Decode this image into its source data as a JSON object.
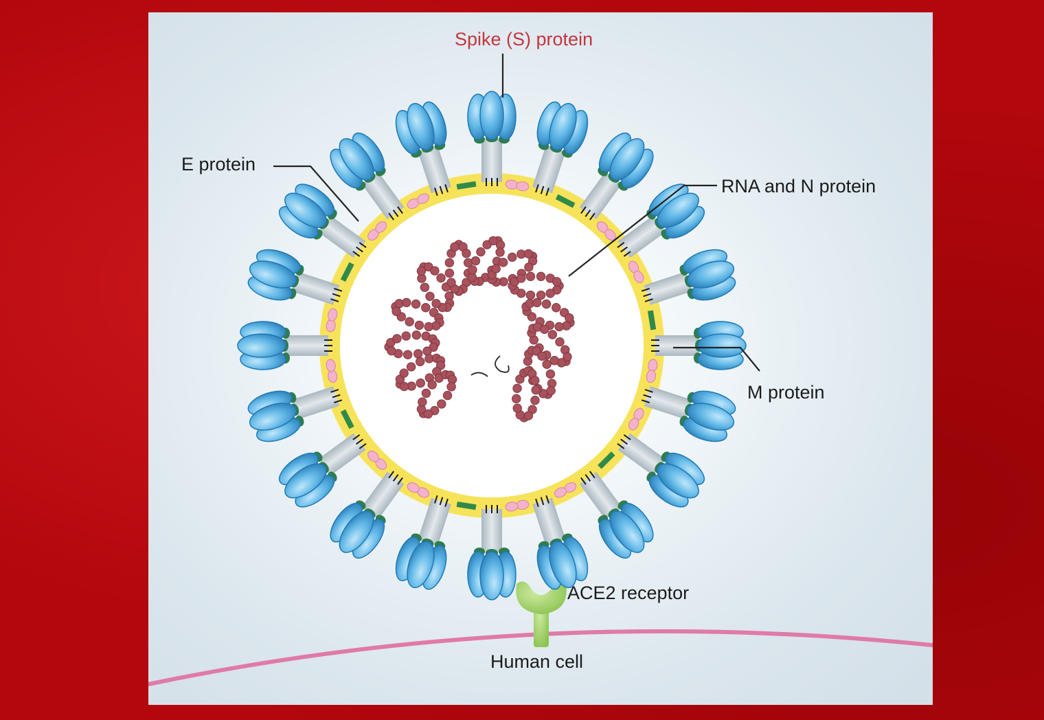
{
  "labels": {
    "spike": "Spike (S) protein",
    "e_protein": "E protein",
    "rna_n": "RNA and N protein",
    "m_protein": "M protein",
    "ace2": "ACE2 receptor",
    "human_cell": "Human cell"
  },
  "colors": {
    "envelope": "#f7e35a",
    "spike_head": "#5fb6e6",
    "spike_stalk": "#c3cdd4",
    "m_protein": "#f3b2cd",
    "e_protein": "#2f8a4a",
    "rna": "#a9525c",
    "ace2": "#9acd5f",
    "cell_membrane": "#e07aa6",
    "spike_label": "#c4363f"
  },
  "icons": [
    "spike-glycoprotein",
    "membrane-protein",
    "envelope-protein",
    "rna-strand",
    "ace2-receptor"
  ]
}
